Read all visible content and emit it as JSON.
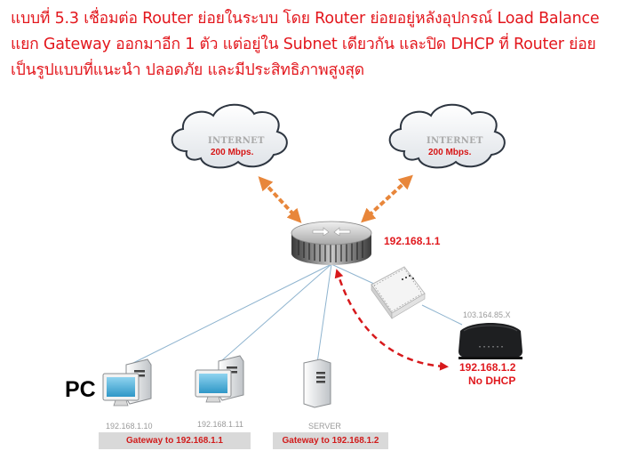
{
  "header": {
    "lines": [
      "แบบที่ 5.3 เชื่อมต่อ Router ย่อยในระบบ โดย Router ย่อยอยู่หลังอุปกรณ์ Load Balance",
      "แยก Gateway ออกมาอีก 1 ตัว แต่อยู่ใน Subnet เดียวกัน และปิด DHCP ที่ Router ย่อย",
      "เป็นรูปแบบที่แนะนำ ปลอดภัย และมีประสิทธิภาพสูงสุด"
    ]
  },
  "diagram": {
    "clouds": [
      {
        "title": "INTERNET",
        "speed": "200 Mbps."
      },
      {
        "title": "INTERNET",
        "speed": "200 Mbps."
      }
    ],
    "main_router": {
      "ip": "192.168.1.1"
    },
    "load_balancer": {},
    "sub_router": {
      "wan_ip": "103.164.85.X",
      "ip": "192.168.1.2",
      "note": "No DHCP"
    },
    "pc_label": "PC",
    "pcs": [
      {
        "ip": "192.168.1.10"
      },
      {
        "ip": "192.168.1.11"
      }
    ],
    "server": {
      "label": "SERVER"
    },
    "gateways": [
      {
        "text": "Gateway to 192.168.1.1"
      },
      {
        "text": "Gateway to 192.168.1.2"
      }
    ],
    "colors": {
      "title_red": "#e3171d",
      "arrow_orange": "#e8863a",
      "dash_red": "#d7191c",
      "link_blue": "#8fb4cf",
      "gateway_bg": "#d9d9d9"
    }
  }
}
